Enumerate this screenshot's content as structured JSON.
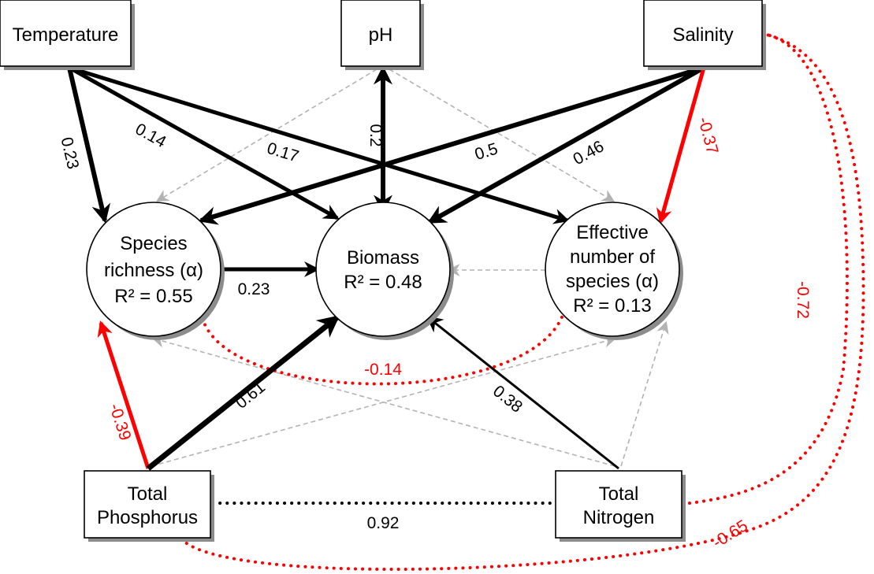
{
  "diagram": {
    "nodes": {
      "temperature": {
        "lines": [
          "Temperature"
        ]
      },
      "ph": {
        "lines": [
          "pH"
        ]
      },
      "salinity": {
        "lines": [
          "Salinity"
        ]
      },
      "species_richness": {
        "lines": [
          "Species",
          "richness (α)",
          "R² = 0.55"
        ]
      },
      "biomass": {
        "lines": [
          "Biomass",
          "R² = 0.48"
        ]
      },
      "effective_species": {
        "lines": [
          "Effective",
          "number of",
          "species (α)",
          "R² = 0.13"
        ]
      },
      "total_phosphorus": {
        "lines": [
          "Total",
          "Phosphorus"
        ]
      },
      "total_nitrogen": {
        "lines": [
          "Total",
          "Nitrogen"
        ]
      }
    },
    "edge_labels": {
      "temp_richness": "0.23",
      "temp_biomass": "0.14",
      "temp_effective": "0.17",
      "ph_biomass": "0.2",
      "sal_richness": "0.5",
      "sal_biomass": "0.46",
      "sal_effective": "-0.37",
      "richness_biomass": "0.23",
      "tp_richness": "-0.39",
      "tp_biomass": "0.61",
      "tn_biomass": "0.38",
      "richness_effective": "-0.14",
      "tp_tn": "0.92",
      "sal_tn": "-0.72",
      "tp_sal": "-0.65"
    },
    "colors": {
      "positive": "#000000",
      "negative": "#ff0000",
      "nonsignificant": "#b3b3b3"
    }
  }
}
